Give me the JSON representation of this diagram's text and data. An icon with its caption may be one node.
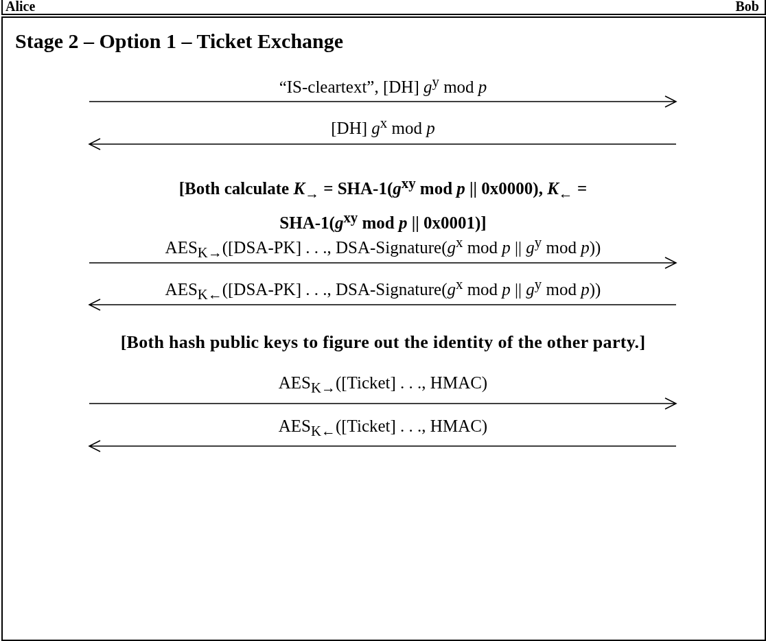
{
  "diagram": {
    "title": "Stage 2 – Option 1 – Ticket Exchange",
    "labels": [
      "Alice",
      "Bob",
      "“IS-cleartext”, [DH] *g*$^{y}$ mod *p*",
      "[DH] *g*$^{x}$ mod *p*",
      "[Both calculate *K*$_{→}$ = SHA-1(*g*$^{xy}$ mod *p* || 0x0000), *K*$_{←}$ = SHA-1(*g*$^{xy}$ mod *p* || 0x0001)]",
      "AES$_{K→}$([DSA-PK] . . ., DSA-Signature(*g*$^{x}$ mod *p* || *g*$^{y}$ mod *p*))",
      "AES$_{K←}$([DSA-PK] . . ., DSA-Signature(*g*$^{x}$ mod *p* || *g*$^{y}$ mod *p*))",
      "[Both hash public keys to figure out the identity of the other party.]",
      "AES$_{K→}$([Ticket] . . ., HMAC)",
      "AES$_{K←}$([Ticket] . . ., HMAC)"
    ]
  }
}
